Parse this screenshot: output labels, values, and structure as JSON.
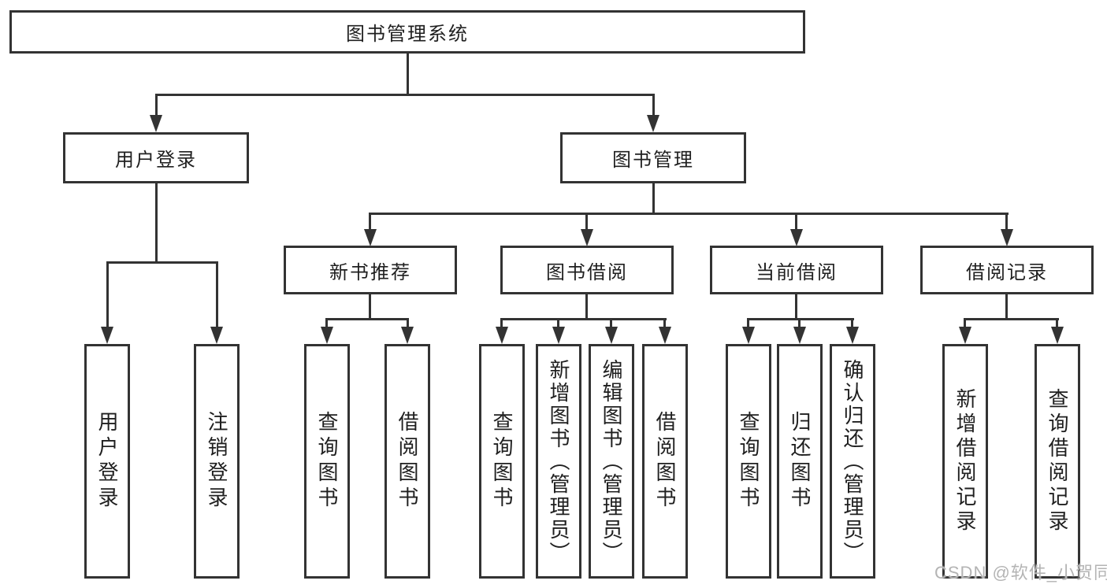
{
  "diagram": {
    "root": "图书管理系统",
    "level2": {
      "user_login": "用户登录",
      "book_mgmt": "图书管理"
    },
    "level3": {
      "new_book": "新书推荐",
      "book_borrow": "图书借阅",
      "current_borrow": "当前借阅",
      "borrow_record": "借阅记录"
    },
    "leaves": {
      "user_login": [
        "用户登录",
        "注销登录"
      ],
      "new_book": [
        "查询图书",
        "借阅图书"
      ],
      "book_borrow": [
        "查询图书",
        "新增图书（管理员）",
        "编辑图书（管理员）",
        "借阅图书"
      ],
      "current_borrow": [
        "查询图书",
        "归还图书",
        "确认归还（管理员）"
      ],
      "borrow_record": [
        "新增借阅记录",
        "查询借阅记录"
      ]
    },
    "colors": {
      "line": "#333333",
      "background": "#ffffff",
      "text": "#1f1f1f",
      "watermark": "#b4b4b4"
    },
    "watermark": "CSDN @软件_小贺同学"
  }
}
